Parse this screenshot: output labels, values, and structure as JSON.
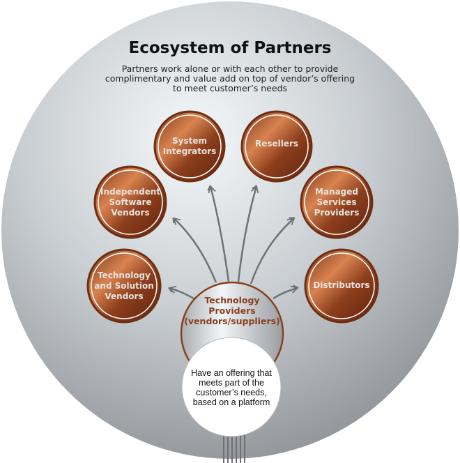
{
  "title": "Ecosystem of Partners",
  "subtitle": "Partners work alone or with each other to provide complimentary and value add on top of vendor’s offering to meet customer’s needs",
  "center": {
    "label": "Technology Providers (vendors/suppliers)",
    "description": "Have an offering that meets part of the customer’s needs, based on a platform"
  },
  "partners": [
    {
      "label": "System Integrators"
    },
    {
      "label": "Resellers"
    },
    {
      "label": "Independent Software Vendors"
    },
    {
      "label": "Managed Services Providers"
    },
    {
      "label": "Technology and Solution Vendors"
    },
    {
      "label": "Distributors"
    }
  ],
  "colors": {
    "copper": "#a8522a",
    "copper_dark": "#6e2e12",
    "center_text": "#8a3f1c",
    "arrow": "#6f7275"
  }
}
